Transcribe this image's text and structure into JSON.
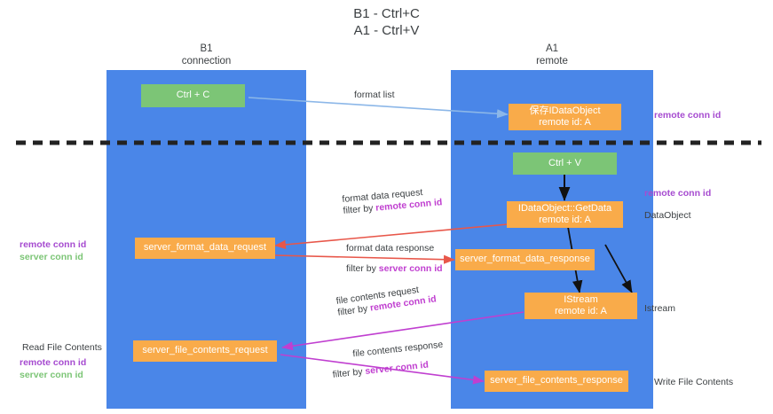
{
  "title": {
    "line1": "B1 - Ctrl+C",
    "line2": "A1 - Ctrl+V"
  },
  "columns": [
    {
      "name": "B1",
      "sub": "connection"
    },
    {
      "name": "A1",
      "sub": "remote"
    }
  ],
  "nodes": {
    "ctrl_c": {
      "label": "Ctrl + C"
    },
    "ctrl_v": {
      "label": "Ctrl + V"
    },
    "save_idataobject": {
      "line1": "保存IDataObject",
      "line2": "remote id: A"
    },
    "getdata": {
      "line1": "IDataObject::GetData",
      "line2": "remote id: A"
    },
    "istream": {
      "line1": "IStream",
      "line2": "remote id: A"
    },
    "server_format_data_request": {
      "label": "server_format_data_request"
    },
    "server_format_data_response": {
      "label": "server_format_data_response"
    },
    "server_file_contents_request": {
      "label": "server_file_contents_request"
    },
    "server_file_contents_response": {
      "label": "server_file_contents_response"
    }
  },
  "edges": {
    "format_list": {
      "line1": "format list"
    },
    "format_data_request": {
      "line1": "format data request",
      "line2_prefix": "filter by ",
      "line2_key": "remote conn id"
    },
    "format_data_response": {
      "line1": "format data response",
      "line2_prefix": "filter by ",
      "line2_key": "server conn id"
    },
    "file_contents_request": {
      "line1": "file contents request",
      "line2_prefix": "filter by ",
      "line2_key": "remote conn id"
    },
    "file_contents_response": {
      "line1": "file contents response",
      "line2_prefix": "filter by ",
      "line2_key": "server conn id"
    }
  },
  "annotations": {
    "right_remote_conn_1": "remote conn id",
    "right_remote_conn_2": "remote conn id",
    "dataobject": "DataObject",
    "istream": "Istream",
    "write_file_contents": "Write File Contents",
    "read_file_contents": "Read File Contents",
    "left_remote_conn_top": "remote conn id",
    "left_server_conn_top": "server conn id",
    "left_remote_conn_bottom": "remote conn id",
    "left_server_conn_bottom": "server conn id"
  },
  "colors": {
    "lane": "#4a86e8",
    "node_orange": "#f9ab4a",
    "node_green": "#7cc576",
    "remote_conn": "#a64bd0",
    "server_conn": "#7cc576",
    "divider": "#222222",
    "arrow_blue": "#8cb7e8",
    "arrow_red": "#e8574a",
    "arrow_magenta": "#c03fd0",
    "arrow_black": "#111111"
  }
}
